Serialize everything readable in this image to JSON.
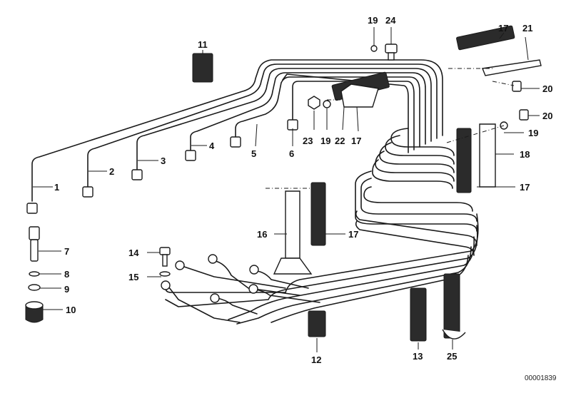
{
  "diagram": {
    "document_number": "00001839",
    "callouts": [
      {
        "id": "c1",
        "label": "1"
      },
      {
        "id": "c2",
        "label": "2"
      },
      {
        "id": "c3",
        "label": "3"
      },
      {
        "id": "c4",
        "label": "4"
      },
      {
        "id": "c5",
        "label": "5"
      },
      {
        "id": "c6",
        "label": "6"
      },
      {
        "id": "c7",
        "label": "7"
      },
      {
        "id": "c8",
        "label": "8"
      },
      {
        "id": "c9",
        "label": "9"
      },
      {
        "id": "c10",
        "label": "10"
      },
      {
        "id": "c11",
        "label": "11"
      },
      {
        "id": "c12",
        "label": "12"
      },
      {
        "id": "c13",
        "label": "13"
      },
      {
        "id": "c14",
        "label": "14"
      },
      {
        "id": "c15",
        "label": "15"
      },
      {
        "id": "c16",
        "label": "16"
      },
      {
        "id": "c17a",
        "label": "17"
      },
      {
        "id": "c17b",
        "label": "17"
      },
      {
        "id": "c17c",
        "label": "17"
      },
      {
        "id": "c17d",
        "label": "17"
      },
      {
        "id": "c18",
        "label": "18"
      },
      {
        "id": "c19a",
        "label": "19"
      },
      {
        "id": "c19b",
        "label": "19"
      },
      {
        "id": "c19c",
        "label": "19"
      },
      {
        "id": "c20a",
        "label": "20"
      },
      {
        "id": "c20b",
        "label": "20"
      },
      {
        "id": "c21",
        "label": "21"
      },
      {
        "id": "c22",
        "label": "22"
      },
      {
        "id": "c23",
        "label": "23"
      },
      {
        "id": "c24",
        "label": "24"
      },
      {
        "id": "c25",
        "label": "25"
      }
    ]
  }
}
